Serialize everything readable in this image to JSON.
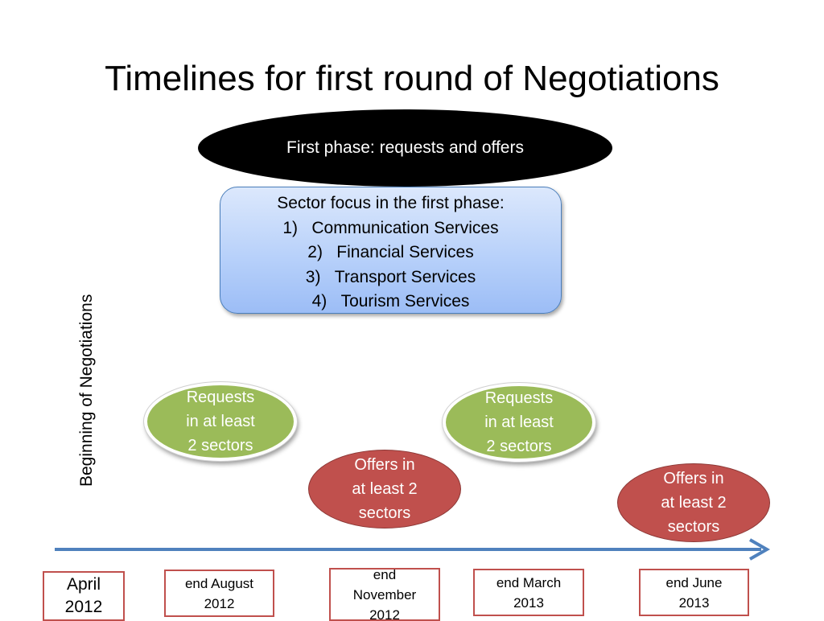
{
  "title": "Timelines for first round of Negotiations",
  "phase_label": "First phase: requests and offers",
  "sector_box": {
    "heading": "Sector focus in the first phase:",
    "items": [
      {
        "num": "1)",
        "text": "Communication Services"
      },
      {
        "num": "2)",
        "text": "Financial Services"
      },
      {
        "num": "3)",
        "text": "Transport Services"
      },
      {
        "num": "4)",
        "text": "Tourism Services"
      }
    ]
  },
  "vertical_label": "Beginning of Negotiations",
  "requests_1": {
    "line1": "Requests",
    "line2": "in at least",
    "line3": "2 sectors"
  },
  "requests_2": {
    "line1": "Requests",
    "line2": "in at least",
    "line3": "2 sectors"
  },
  "offers_1": {
    "line1": "Offers in",
    "line2": "at least 2",
    "line3": "sectors"
  },
  "offers_2": {
    "line1": "Offers in",
    "line2": "at least 2",
    "line3": "sectors"
  },
  "dates": [
    {
      "line1": "April",
      "line2": "2012"
    },
    {
      "line1": "end August",
      "line2": "2012"
    },
    {
      "line1": "end",
      "line2": "November",
      "line3": "2012"
    },
    {
      "line1": "end March",
      "line2": "2013"
    },
    {
      "line1": "end June",
      "line2": "2013"
    }
  ],
  "colors": {
    "arrow": "#4f81bd",
    "requests": "#9bbb59",
    "offers": "#c0504d",
    "date_border": "#c0504d"
  }
}
